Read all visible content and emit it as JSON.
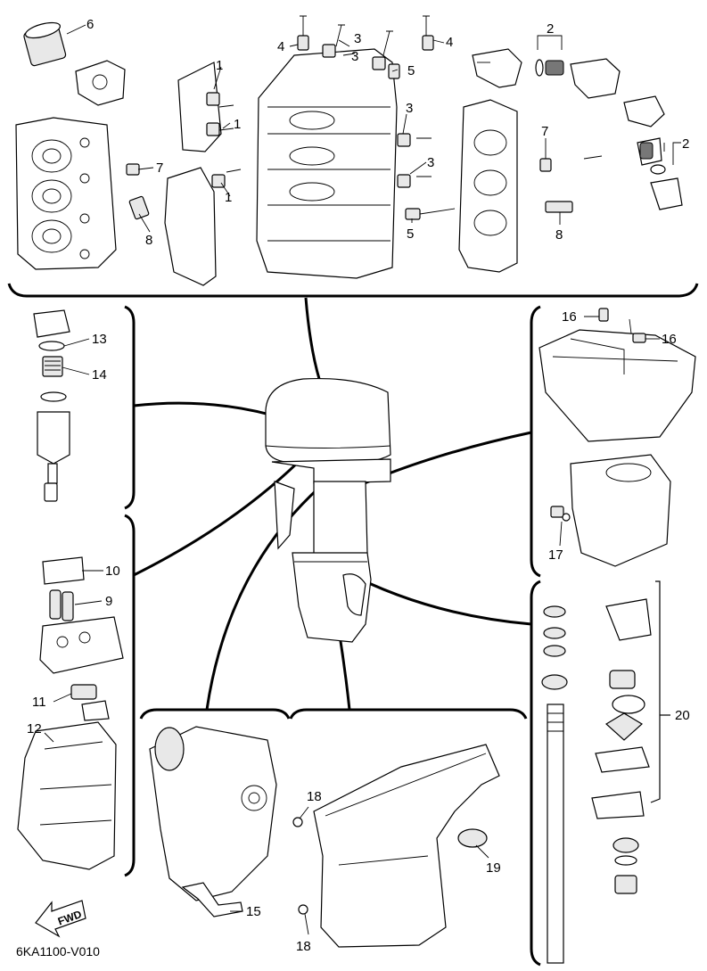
{
  "diagram": {
    "document_code": "6KA1100-V010",
    "fwd_label": "FWD",
    "callouts": {
      "c1": "1",
      "c2": "2",
      "c3": "3",
      "c4": "4",
      "c5": "5",
      "c6": "6",
      "c7": "7",
      "c8": "8",
      "c9": "9",
      "c10": "10",
      "c11": "11",
      "c12": "12",
      "c13": "13",
      "c14": "14",
      "c15": "15",
      "c16": "16",
      "c17": "17",
      "c18": "18",
      "c19": "19",
      "c20": "20"
    }
  }
}
